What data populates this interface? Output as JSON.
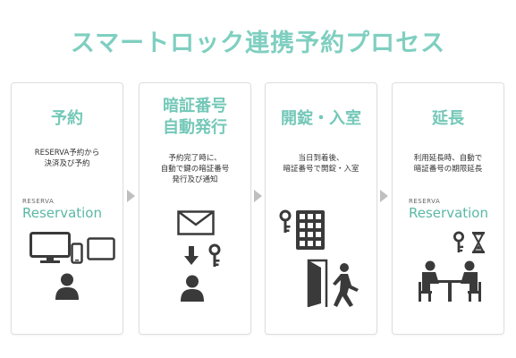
{
  "title": "スマートロック連携予約プロセス",
  "steps": [
    {
      "heading_lines": [
        "予約"
      ],
      "desc_lines": [
        "RESERVA予約から",
        "決済及び予約"
      ],
      "brand_small": "RESERVA",
      "brand_big": "Reservation"
    },
    {
      "heading_lines": [
        "暗証番号",
        "自動発行"
      ],
      "desc_lines": [
        "予約完了時に、",
        "自動で鍵の暗証番号",
        "発行及び通知"
      ]
    },
    {
      "heading_lines": [
        "開錠・入室"
      ],
      "desc_lines": [
        "当日到着後、",
        "暗証番号で開錠・入室"
      ]
    },
    {
      "heading_lines": [
        "延長"
      ],
      "desc_lines": [
        "利用延長時、自動で",
        "暗証番号の期限延長"
      ],
      "brand_small": "RESERVA",
      "brand_big": "Reservation"
    }
  ],
  "icons": {
    "step1": [
      "monitor-icon",
      "smartphone-icon",
      "tablet-icon",
      "person-icon"
    ],
    "step2": [
      "envelope-icon",
      "down-arrow-icon",
      "key-icon",
      "person-icon"
    ],
    "step3": [
      "key-icon",
      "keypad-icon",
      "door-exit-icon"
    ],
    "step4": [
      "key-icon",
      "hourglass-icon",
      "meeting-icon"
    ]
  },
  "colors": {
    "accent": "#7fcfc0",
    "icon": "#3a3a3a",
    "arrow": "#bfbfbf"
  }
}
